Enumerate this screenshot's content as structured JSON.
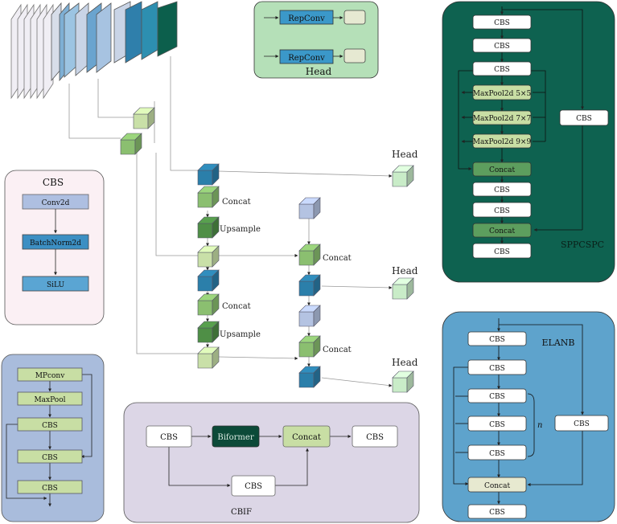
{
  "head_panel": {
    "title": "Head",
    "block": "RepConv"
  },
  "cbs_panel": {
    "title": "CBS",
    "blocks": [
      "Conv2d",
      "BatchNorm2d",
      "SiLU"
    ]
  },
  "mp_panel": {
    "blocks": [
      "MPconv",
      "MaxPool",
      "CBS",
      "CBS",
      "CBS"
    ]
  },
  "cbif_panel": {
    "title": "CBIF",
    "blocks": {
      "input": "CBS",
      "biformer": "Biformer",
      "concat": "Concat",
      "output": "CBS",
      "branch": "CBS"
    }
  },
  "network": {
    "concat_label": "Concat",
    "upsample_label": "Upsample",
    "head_label": "Head"
  },
  "sppcspc_panel": {
    "title": "SPPCSPC",
    "blocks": [
      "CBS",
      "CBS",
      "CBS",
      "MaxPool2d 5×5",
      "MaxPool2d 7×7",
      "MaxPool2d 9×9",
      "Concat",
      "CBS",
      "CBS",
      "Concat",
      "CBS"
    ],
    "side_block": "CBS"
  },
  "elanb_panel": {
    "title": "ELANB",
    "blocks": [
      "CBS",
      "CBS",
      "CBS",
      "CBS",
      "CBS",
      "Concat",
      "CBS"
    ],
    "side_block": "CBS",
    "repeat_label": "n"
  },
  "colors": {
    "head_bg": "#b5e0b8",
    "cbs_bg": "#fbf0f4",
    "mp_bg": "#a9bcdc",
    "cbif_bg": "#dcd6e6",
    "spp_bg": "#0e6250",
    "elanb_bg": "#5ea3cc",
    "cube_blue": "#2b7faa",
    "cube_lightgreen": "#c9e0a8",
    "cube_green": "#8bbf70",
    "cube_darkgreen": "#4f8f46",
    "cube_lavender": "#b4c3e2",
    "head_cube": "#c9ecc8"
  }
}
